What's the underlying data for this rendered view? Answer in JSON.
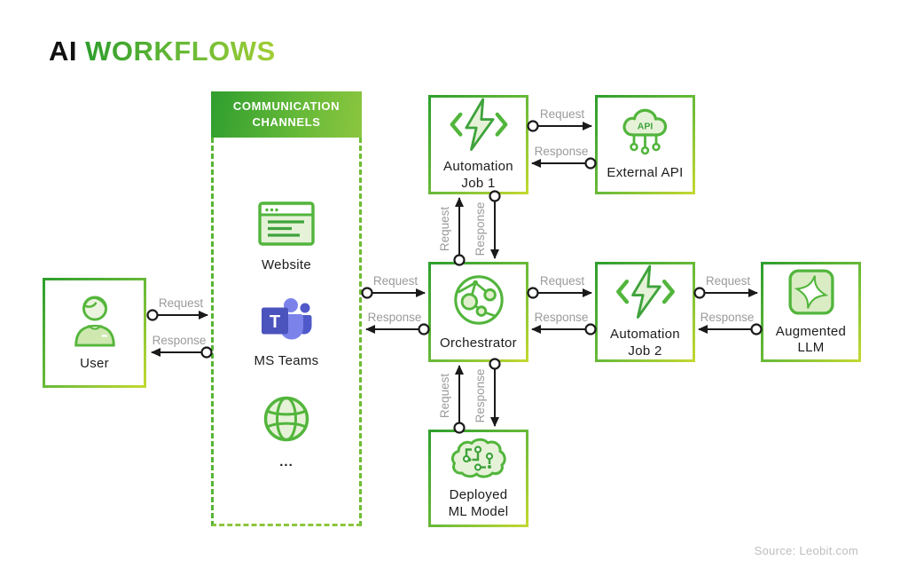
{
  "title": {
    "prefix": "AI",
    "highlight": "WORKFLOWS"
  },
  "communication_channels": {
    "header": "COMMUNICATION\nCHANNELS",
    "items": [
      {
        "id": "website",
        "label": "Website"
      },
      {
        "id": "ms-teams",
        "label": "MS Teams",
        "icon_letter": "T"
      },
      {
        "id": "other-channels",
        "label": "..."
      }
    ]
  },
  "nodes": {
    "user": {
      "label": "User"
    },
    "orchestrator": {
      "label": "Orchestrator"
    },
    "automation_job_1": {
      "label": "Automation\nJob 1"
    },
    "external_api": {
      "label": "External API",
      "icon_text": "API"
    },
    "automation_job_2": {
      "label": "Automation\nJob 2"
    },
    "augmented_llm": {
      "label": "Augmented\nLLM"
    },
    "deployed_ml_model": {
      "label": "Deployed\nML Model"
    }
  },
  "edge_labels": {
    "request": "Request",
    "response": "Response"
  },
  "footer": {
    "source": "Source: Leobit.com"
  },
  "colors": {
    "brand_green": "#2f9e2e",
    "brand_lime": "#9dcb3b",
    "icon_stroke_green": "#52b53c",
    "icon_fill_light_green": "#e6f2d8",
    "arrow_black": "#1a1a1a",
    "edge_label_gray": "#9b9b9b",
    "teams_purple_dark": "#4b53bc",
    "teams_purple": "#5059c9",
    "teams_purple_light": "#7b83eb"
  }
}
